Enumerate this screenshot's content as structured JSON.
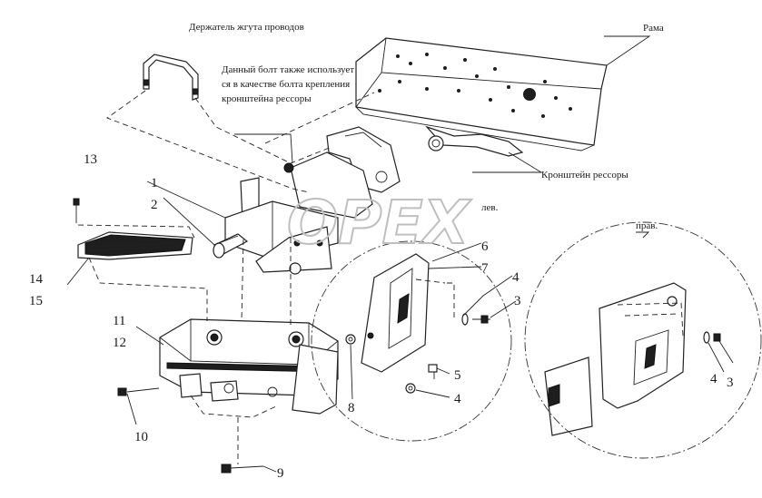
{
  "captions": {
    "harness_holder": "Держатель жгута проводов",
    "frame": "Рама",
    "bolt_note_line1": "Данный болт также использует",
    "bolt_note_line2": "ся в качестве болта крепления",
    "bolt_note_line3": "кронштейна рессоры",
    "spring_bracket": "Кронштейн рессоры",
    "left": "лев.",
    "right": "прав."
  },
  "callouts": {
    "n1": "1",
    "n2": "2",
    "n3": "3",
    "n3b": "3",
    "n4": "4",
    "n4b": "4",
    "n4c": "4",
    "n5": "5",
    "n6": "6",
    "n7": "7",
    "n8": "8",
    "n9": "9",
    "n10": "10",
    "n11": "11",
    "n12": "12",
    "n13": "13",
    "n14": "14",
    "n15": "15"
  },
  "watermark": {
    "text": "OPEX"
  },
  "colors": {
    "ink": "#1e1e1e",
    "background": "#ffffff",
    "watermark": "#bfbfbf"
  }
}
